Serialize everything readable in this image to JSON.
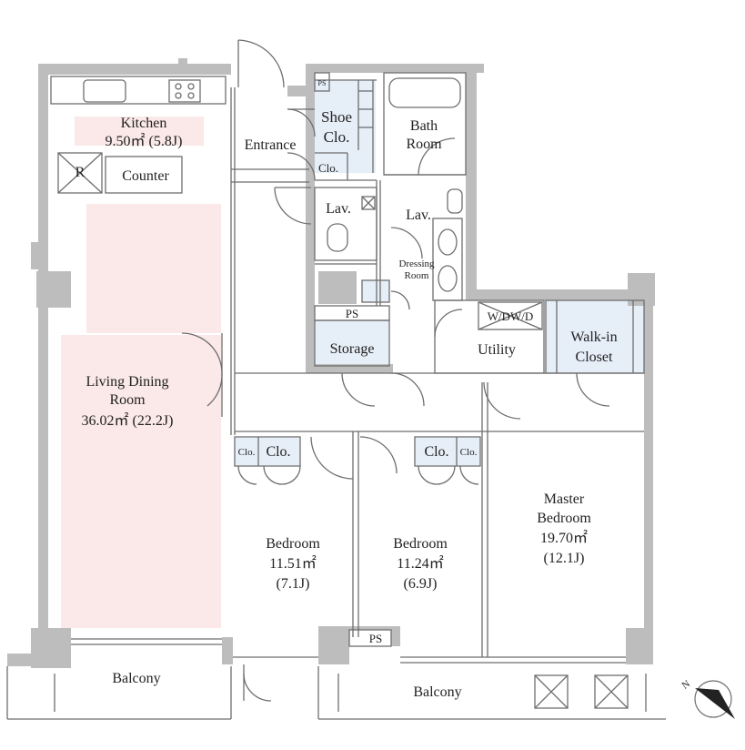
{
  "rooms": {
    "kitchen": {
      "name": "Kitchen",
      "area": "9.50㎡  (5.8J)"
    },
    "living": {
      "name1": "Living Dining",
      "name2": "Room",
      "area": "36.02㎡  (22.2J)"
    },
    "entrance": {
      "name": "Entrance"
    },
    "shoe": {
      "name1": "Shoe",
      "name2": "Clo."
    },
    "bath": {
      "name1": "Bath",
      "name2": "Room"
    },
    "lav1": {
      "name": "Lav."
    },
    "lav2": {
      "name": "Lav."
    },
    "dressing": {
      "name1": "Dressing",
      "name2": "Room"
    },
    "storage": {
      "name": "Storage"
    },
    "utility": {
      "name": "Utility"
    },
    "wdd": {
      "name": "W/DW/D"
    },
    "walkin": {
      "name1": "Walk-in",
      "name2": "Closet"
    },
    "bedroom1": {
      "name": "Bedroom",
      "area": "11.51㎡",
      "jo": "(7.1J)"
    },
    "bedroom2": {
      "name": "Bedroom",
      "area": "11.24㎡",
      "jo": "(6.9J)"
    },
    "master": {
      "name1": "Master",
      "name2": "Bedroom",
      "area": "19.70㎡",
      "jo": "(12.1J)"
    },
    "balcony_left": {
      "name": "Balcony"
    },
    "balcony_right": {
      "name": "Balcony"
    }
  },
  "labels": {
    "counter": "Counter",
    "fridge": "R",
    "ps_top": "PS",
    "ps_mid": "PS",
    "ps_bottom": "PS",
    "clo_entrance": "Clo.",
    "clo_b1_small": "Clo.",
    "clo_b1_large": "Clo.",
    "clo_b2_large": "Clo.",
    "clo_b2_small": "Clo."
  },
  "compass": {
    "label": "N"
  },
  "colors": {
    "wall": "#bdbdbd",
    "line": "#6e6e6e",
    "living_fill": "#fbe8e8",
    "closet_fill": "#e6eef8"
  }
}
